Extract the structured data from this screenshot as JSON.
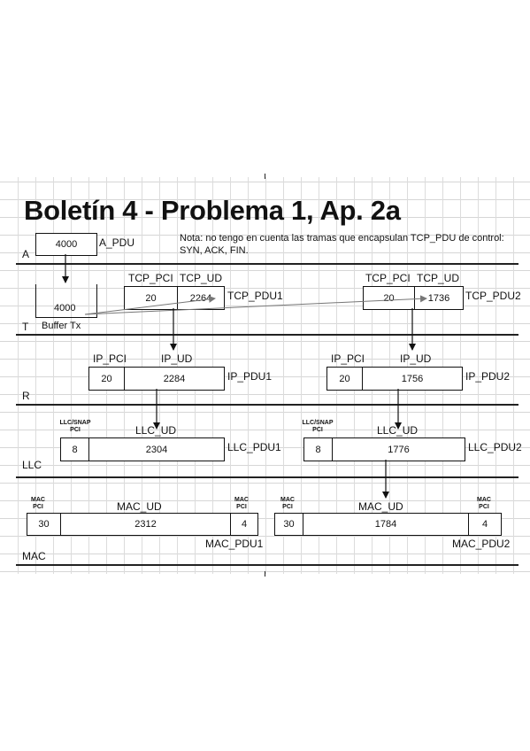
{
  "title": "Boletín 4 - Problema 1, Ap. 2a",
  "note": "Nota: no tengo en cuenta las tramas que encapsulan TCP_PDU de control: SYN, ACK, FIN.",
  "layers": {
    "a": "A",
    "t": "T",
    "r": "R",
    "llc": "LLC",
    "mac": "MAC"
  },
  "app": {
    "pdu_value": "4000",
    "pdu_label": "A_PDU",
    "buffer_value": "4000",
    "buffer_label": "Buffer Tx"
  },
  "tcp1": {
    "pci_label": "TCP_PCI",
    "ud_label": "TCP_UD",
    "pci": "20",
    "ud": "2264",
    "name": "TCP_PDU1"
  },
  "tcp2": {
    "pci_label": "TCP_PCI",
    "ud_label": "TCP_UD",
    "pci": "20",
    "ud": "1736",
    "name": "TCP_PDU2"
  },
  "ip1": {
    "pci_label": "IP_PCI",
    "ud_label": "IP_UD",
    "pci": "20",
    "ud": "2284",
    "name": "IP_PDU1"
  },
  "ip2": {
    "pci_label": "IP_PCI",
    "ud_label": "IP_UD",
    "pci": "20",
    "ud": "1756",
    "name": "IP_PDU2"
  },
  "llc1": {
    "pci_label_1": "LLC/SNAP",
    "pci_label_2": "PCI",
    "ud_label": "LLC_UD",
    "pci": "8",
    "ud": "2304",
    "name": "LLC_PDU1"
  },
  "llc2": {
    "pci_label_1": "LLC/SNAP",
    "pci_label_2": "PCI",
    "ud_label": "LLC_UD",
    "pci": "8",
    "ud": "1776",
    "name": "LLC_PDU2"
  },
  "mac1": {
    "pci_label_1": "MAC",
    "pci_label_2": "PCI",
    "ud_label": "MAC_UD",
    "tail_label_1": "MAC",
    "tail_label_2": "PCI",
    "pci": "30",
    "ud": "2312",
    "tail": "4",
    "name": "MAC_PDU1"
  },
  "mac2": {
    "pci_label_1": "MAC",
    "pci_label_2": "PCI",
    "ud_label": "MAC_UD",
    "tail_label_1": "MAC",
    "tail_label_2": "PCI",
    "pci": "30",
    "ud": "1784",
    "tail": "4",
    "name": "MAC_PDU2"
  }
}
